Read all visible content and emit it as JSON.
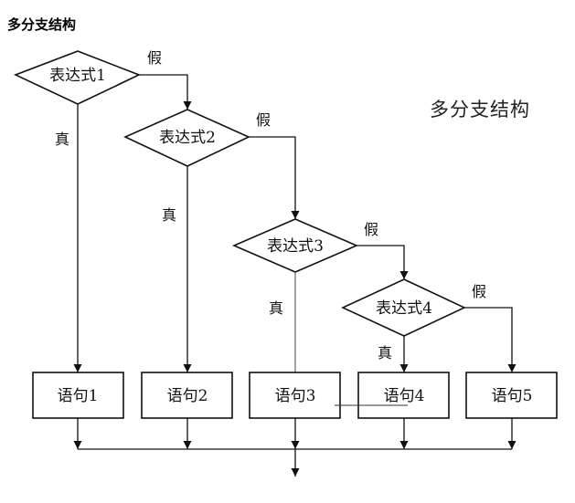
{
  "caption": "多分支结构",
  "diagram": {
    "title": "多分支结构",
    "conditions": [
      {
        "id": "c1",
        "label": "表达式1",
        "true_label": "真",
        "false_label": "假"
      },
      {
        "id": "c2",
        "label": "表达式2",
        "true_label": "真",
        "false_label": "假"
      },
      {
        "id": "c3",
        "label": "表达式3",
        "true_label": "真",
        "false_label": "假"
      },
      {
        "id": "c4",
        "label": "表达式4",
        "true_label": "真",
        "false_label": "假"
      }
    ],
    "statements": [
      {
        "id": "s1",
        "label": "语句1"
      },
      {
        "id": "s2",
        "label": "语句2"
      },
      {
        "id": "s3",
        "label": "语句3"
      },
      {
        "id": "s4",
        "label": "语句4"
      },
      {
        "id": "s5",
        "label": "语句5"
      }
    ]
  }
}
